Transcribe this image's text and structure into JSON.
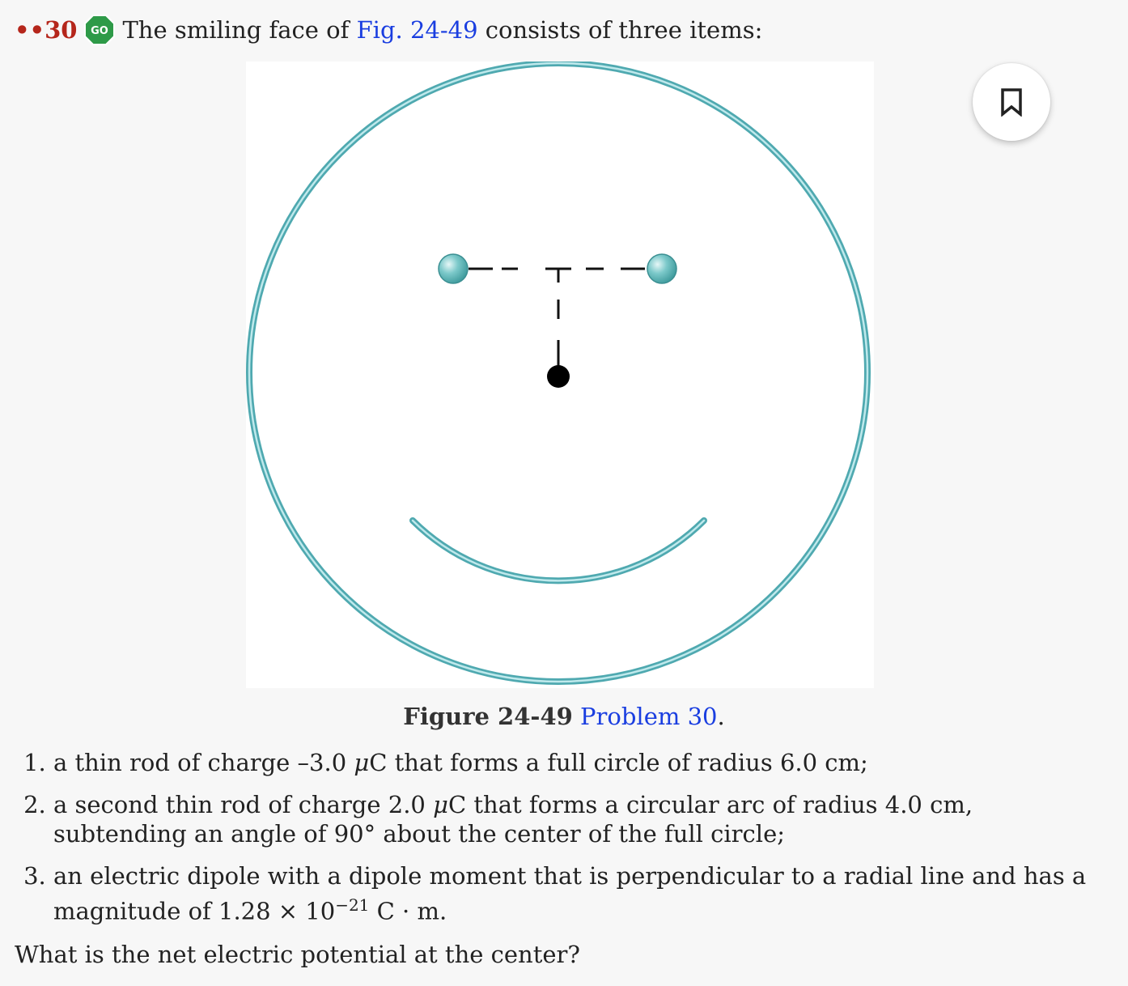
{
  "problem": {
    "dots": "••",
    "number": "30",
    "badge": "GO",
    "stem_before": "The smiling face of ",
    "stem_link": "Fig. 24-49",
    "stem_after": " consists of three items:"
  },
  "figure": {
    "caption_label": "Figure 24-49",
    "caption_link": "Problem 30",
    "caption_period": ".",
    "colors": {
      "rod": "#5bb8bf",
      "rod_highlight": "#c9eef0",
      "dipole_ball": "#5fb6b8",
      "dot": "#000000",
      "dash": "#111111"
    }
  },
  "items": [
    {
      "before": "a thin rod of charge –3.0 ",
      "mu": "μ",
      "after": "C that forms a full circle of radius 6.0 cm;"
    },
    {
      "before": "a second thin rod of charge 2.0 ",
      "mu": "μ",
      "after": "C that forms a circular arc of radius 4.0 cm, subtending an angle of 90° about the center of the full circle;"
    },
    {
      "before": "an electric dipole with a dipole moment that is perpendicular to a radial line and has a magnitude of 1.28 × 10",
      "exponent": "−21",
      "after": " C · m."
    }
  ],
  "question": "What is the net electric potential at the center?",
  "bookmark": {
    "icon": "bookmark-icon",
    "color": "#222222"
  }
}
